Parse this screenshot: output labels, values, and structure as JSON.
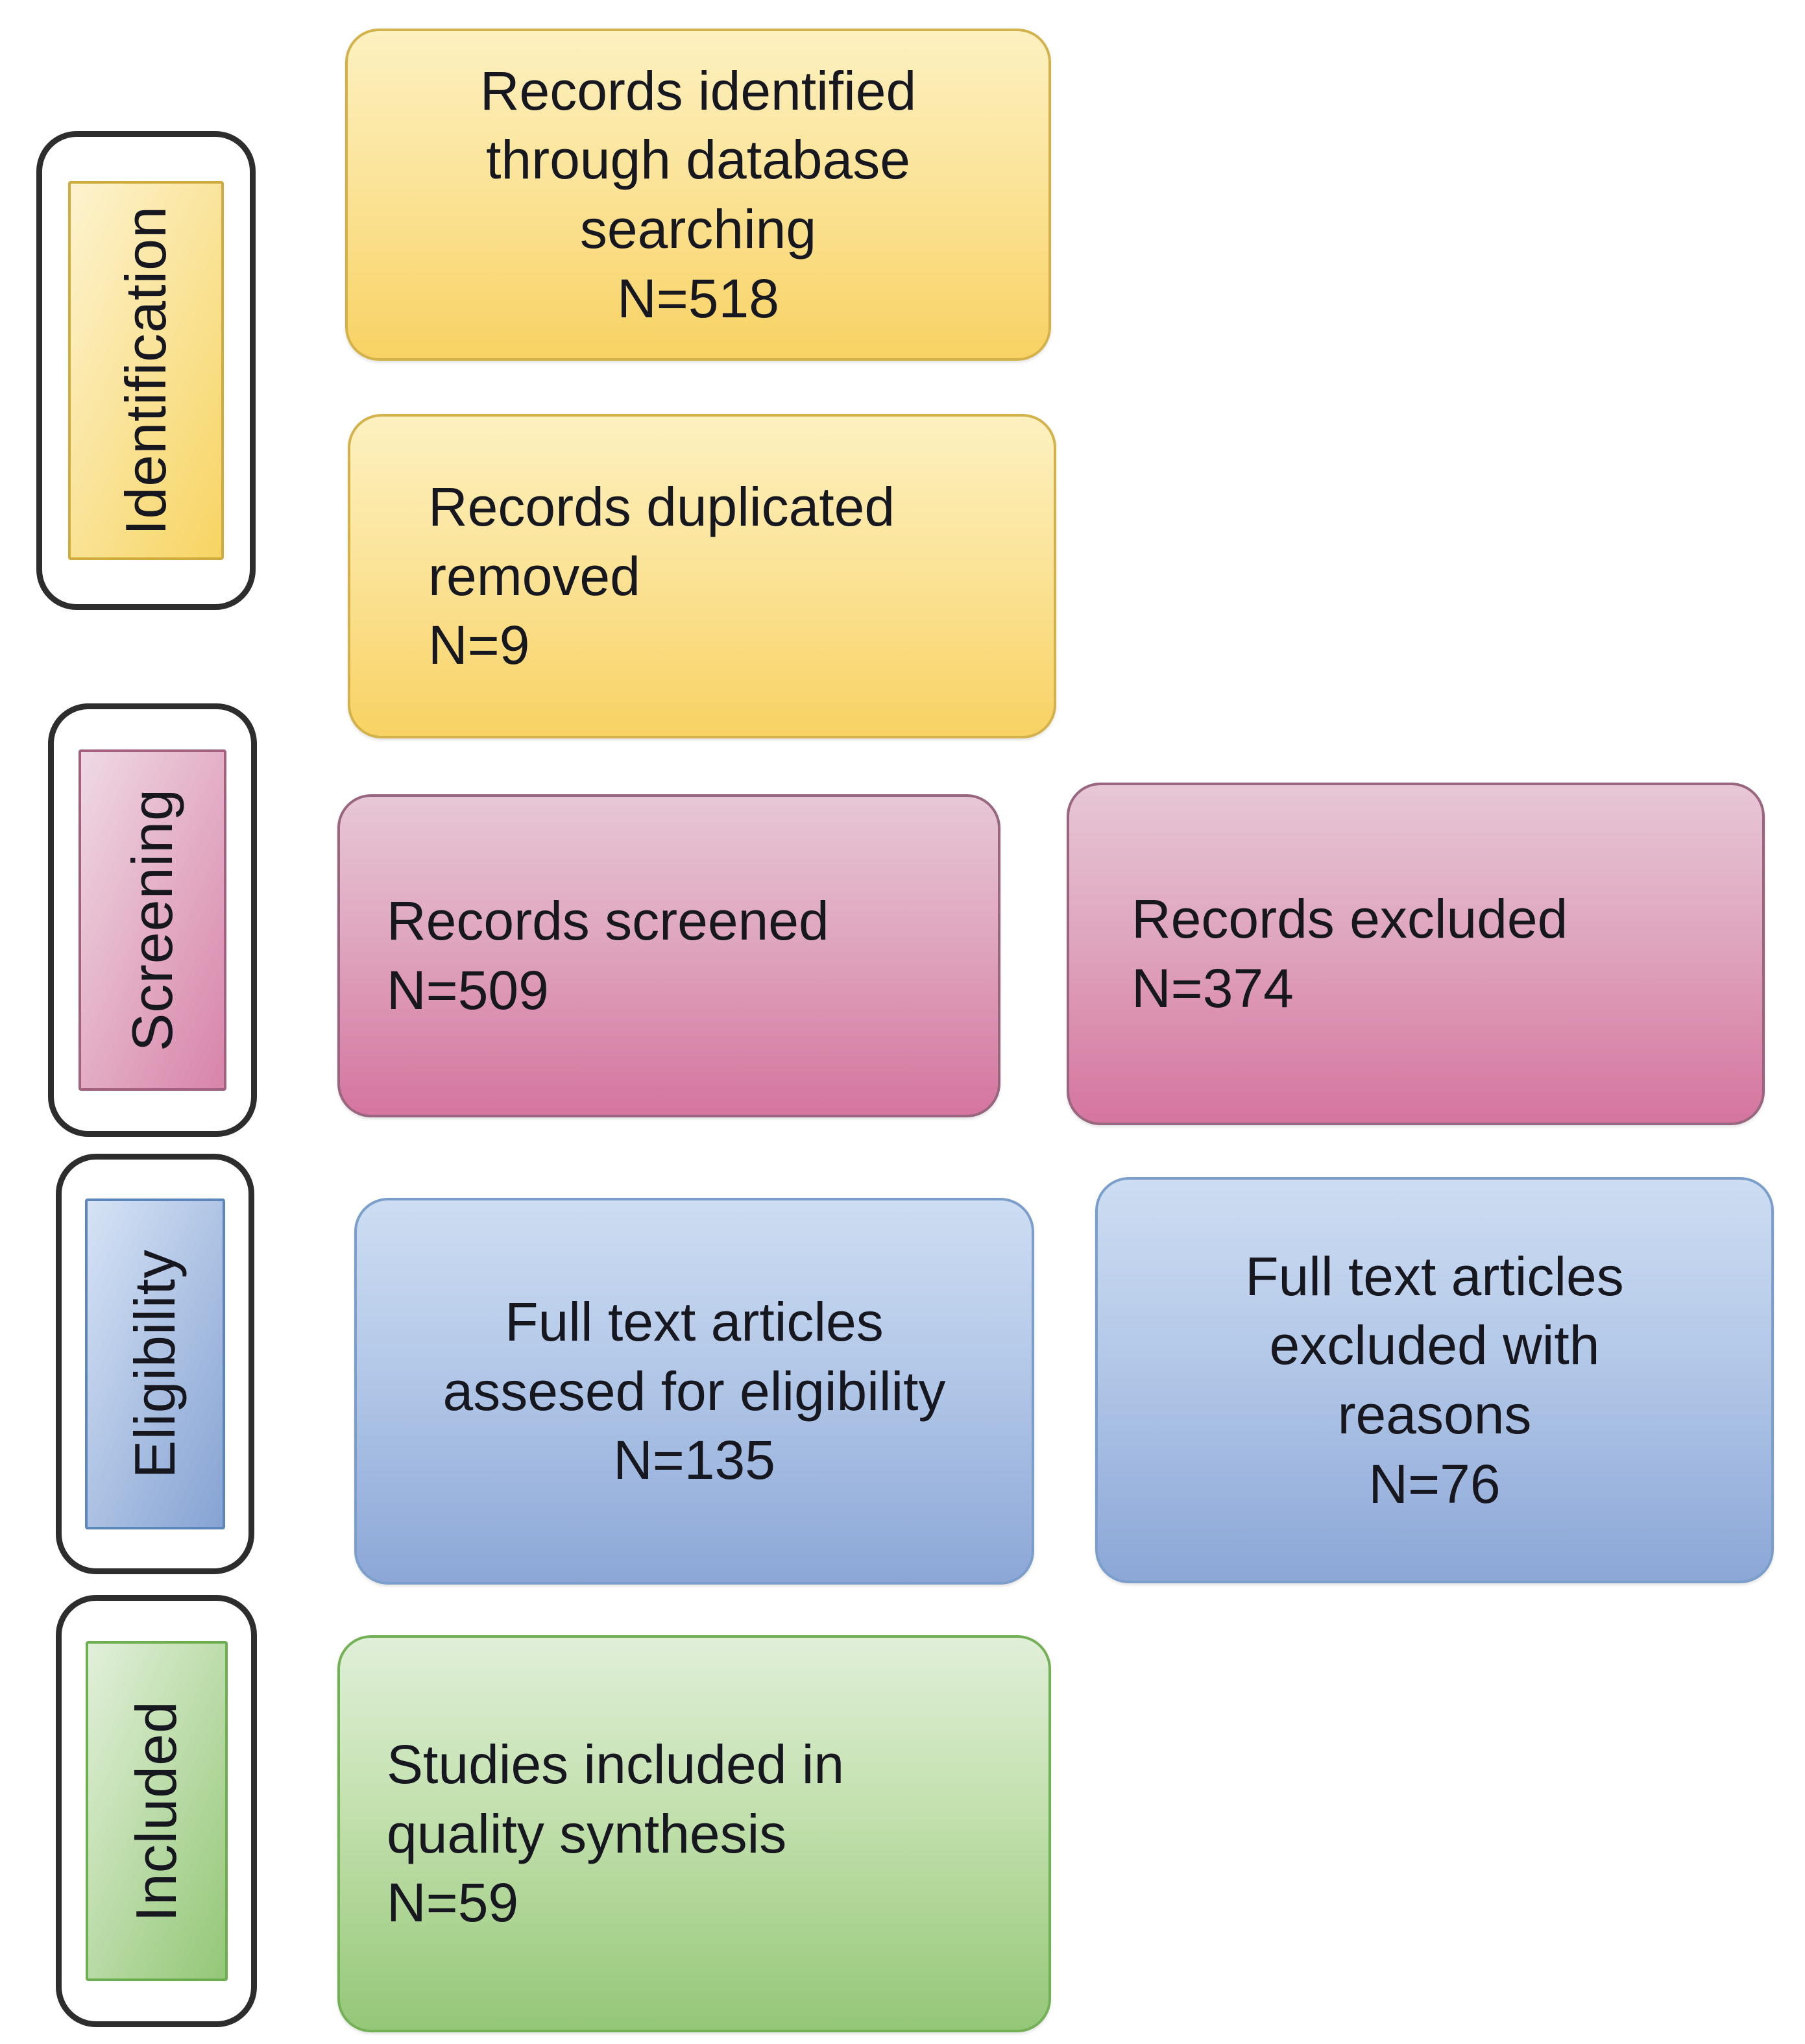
{
  "figure": {
    "kind": "PRISMA flow diagram",
    "background": "#ffffff",
    "text_color": "#17171f"
  },
  "palette": {
    "yellow": {
      "fill_top": "#fdf1c0",
      "fill_bottom": "#f8d263",
      "border": "#d3b24b"
    },
    "pink": {
      "fill_top": "#e7c7d6",
      "fill_bottom": "#d5759e",
      "border": "#99667f"
    },
    "blue": {
      "fill_top": "#cdddf2",
      "fill_bottom": "#8ca7d7",
      "border": "#7b9fca"
    },
    "green": {
      "fill_top": "#e0efd8",
      "fill_bottom": "#95c778",
      "border": "#73b056"
    },
    "label_outline": "#2d2d2d"
  },
  "stages": [
    {
      "label": "Identification",
      "theme": "yellow"
    },
    {
      "label": "Screening",
      "theme": "pink"
    },
    {
      "label": "Eligibility",
      "theme": "blue"
    },
    {
      "label": "Included",
      "theme": "green"
    }
  ],
  "boxes": [
    {
      "name": "records-identified",
      "theme": "yellow",
      "align": "center",
      "text": "Records identified\nthrough database\nsearching\nN=518"
    },
    {
      "name": "records-duplicated-removed",
      "theme": "yellow",
      "align": "left",
      "text": "Records duplicated\nremoved\nN=9"
    },
    {
      "name": "records-screened",
      "theme": "pink",
      "align": "left",
      "text": "Records screened\nN=509"
    },
    {
      "name": "records-excluded",
      "theme": "pink",
      "align": "left",
      "text": "Records excluded\nN=374"
    },
    {
      "name": "fulltext-assessed",
      "theme": "blue",
      "align": "center",
      "text": "Full text articles\nassesed for eligibility\nN=135"
    },
    {
      "name": "fulltext-excluded",
      "theme": "blue",
      "align": "center",
      "text": "Full text articles\nexcluded with\nreasons\nN=76"
    },
    {
      "name": "studies-included",
      "theme": "green",
      "align": "left",
      "text": "Studies included in\nquality synthesis\nN=59"
    }
  ]
}
